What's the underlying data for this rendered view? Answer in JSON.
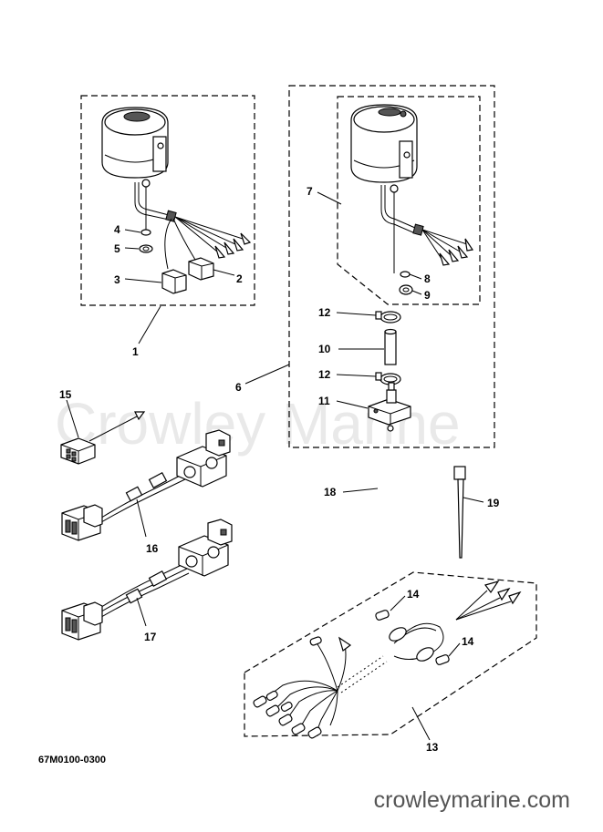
{
  "watermark": "Crowley Marine",
  "site": "crowleymarine.com",
  "diagram_code": "67M0100-0300",
  "callouts": {
    "c1": "1",
    "c2": "2",
    "c3": "3",
    "c4": "4",
    "c5": "5",
    "c6": "6",
    "c7": "7",
    "c8": "8",
    "c9": "9",
    "c10": "10",
    "c11": "11",
    "c12a": "12",
    "c12b": "12",
    "c13": "13",
    "c14a": "14",
    "c14b": "14",
    "c15": "15",
    "c16": "16",
    "c17": "17",
    "c18": "18",
    "c19": "19"
  }
}
